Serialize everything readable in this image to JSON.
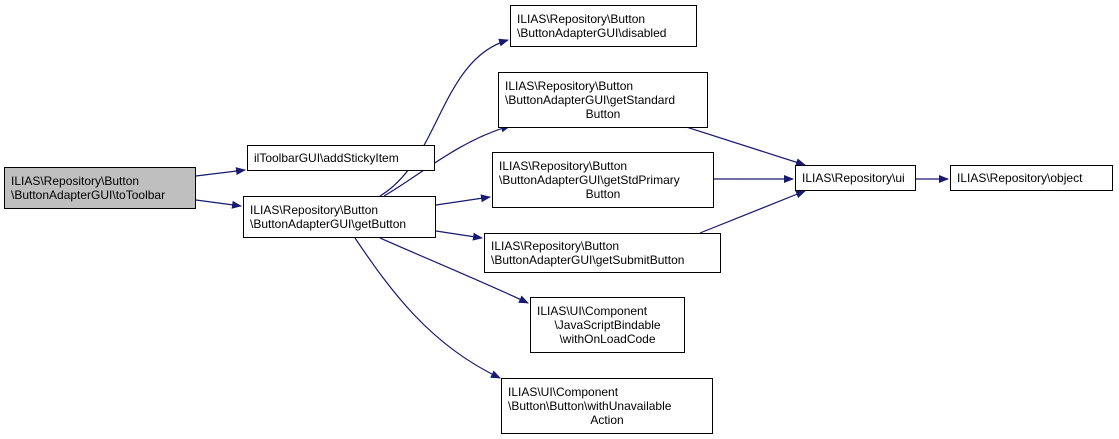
{
  "diagram": {
    "type": "call-graph",
    "edge_color": "#191970",
    "root_fill": "#bfbfbf",
    "nodes": [
      {
        "id": "toToolbar",
        "lines": [
          "ILIAS\\Repository\\Button",
          "\\ButtonAdapterGUI\\toToolbar"
        ],
        "root": true
      },
      {
        "id": "addStickyItem",
        "lines": [
          "ilToolbarGUI\\addStickyItem"
        ]
      },
      {
        "id": "getButton",
        "lines": [
          "ILIAS\\Repository\\Button",
          "\\ButtonAdapterGUI\\getButton"
        ]
      },
      {
        "id": "disabled",
        "lines": [
          "ILIAS\\Repository\\Button",
          "\\ButtonAdapterGUI\\disabled"
        ]
      },
      {
        "id": "getStandardButton",
        "lines": [
          "ILIAS\\Repository\\Button",
          "\\ButtonAdapterGUI\\getStandard",
          "Button"
        ]
      },
      {
        "id": "getStdPrimaryButton",
        "lines": [
          "ILIAS\\Repository\\Button",
          "\\ButtonAdapterGUI\\getStdPrimary",
          "Button"
        ]
      },
      {
        "id": "getSubmitButton",
        "lines": [
          "ILIAS\\Repository\\Button",
          "\\ButtonAdapterGUI\\getSubmitButton"
        ]
      },
      {
        "id": "withOnLoadCode",
        "lines": [
          "ILIAS\\UI\\Component",
          "\\JavaScriptBindable",
          "\\withOnLoadCode"
        ]
      },
      {
        "id": "withUnavailableAction",
        "lines": [
          "ILIAS\\UI\\Component",
          "\\Button\\Button\\withUnavailable",
          "Action"
        ]
      },
      {
        "id": "ui",
        "lines": [
          "ILIAS\\Repository\\ui"
        ]
      },
      {
        "id": "object",
        "lines": [
          "ILIAS\\Repository\\object"
        ]
      }
    ],
    "edges": [
      {
        "from": "toToolbar",
        "to": "addStickyItem"
      },
      {
        "from": "toToolbar",
        "to": "getButton"
      },
      {
        "from": "getButton",
        "to": "disabled"
      },
      {
        "from": "getButton",
        "to": "getStandardButton"
      },
      {
        "from": "getButton",
        "to": "getStdPrimaryButton"
      },
      {
        "from": "getButton",
        "to": "getSubmitButton"
      },
      {
        "from": "getButton",
        "to": "withOnLoadCode"
      },
      {
        "from": "getButton",
        "to": "withUnavailableAction"
      },
      {
        "from": "getStandardButton",
        "to": "ui"
      },
      {
        "from": "getStdPrimaryButton",
        "to": "ui"
      },
      {
        "from": "getSubmitButton",
        "to": "ui"
      },
      {
        "from": "ui",
        "to": "object"
      }
    ]
  }
}
